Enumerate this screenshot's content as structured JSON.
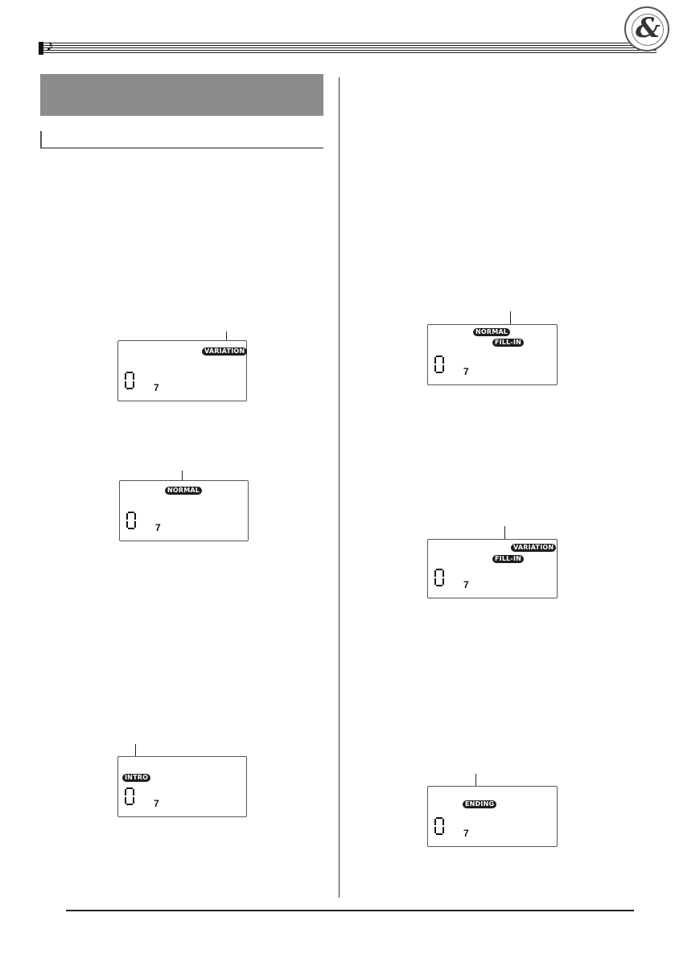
{
  "header": {
    "clef": "music-note-icon",
    "logo": "treble-clef-logo"
  },
  "displays": [
    {
      "id": "variation",
      "indicators": [
        "VARIATION"
      ],
      "digit": "0",
      "number": "7"
    },
    {
      "id": "normal",
      "indicators": [
        "NORMAL"
      ],
      "digit": "0",
      "number": "7"
    },
    {
      "id": "intro",
      "indicators": [
        "INTRO"
      ],
      "digit": "0",
      "number": "7"
    },
    {
      "id": "normal-fill-in",
      "indicators": [
        "NORMAL",
        "FILL-IN"
      ],
      "digit": "0",
      "number": "7"
    },
    {
      "id": "variation-fill-in",
      "indicators": [
        "VARIATION",
        "FILL-IN"
      ],
      "digit": "0",
      "number": "7"
    },
    {
      "id": "ending",
      "indicators": [
        "ENDING"
      ],
      "digit": "0",
      "number": "7"
    }
  ]
}
